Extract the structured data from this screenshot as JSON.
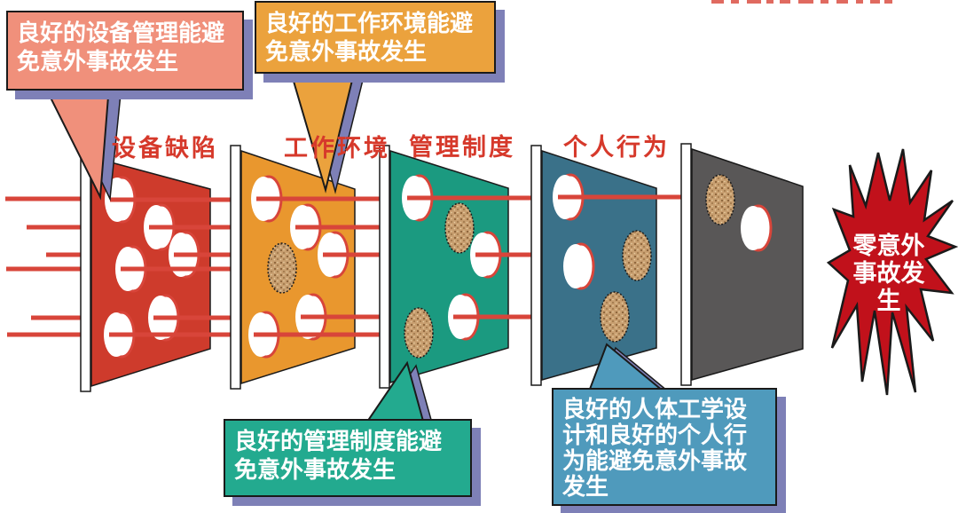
{
  "page": {
    "background": "#FFFFFF"
  },
  "panels": [
    {
      "label": "设备缺陷",
      "color": "#CE3B2C"
    },
    {
      "label": "工作环境",
      "color": "#E9972E"
    },
    {
      "label": "管理制度",
      "color": "#1B9A80"
    },
    {
      "label": "个人行为",
      "color": "#3A7189"
    },
    {
      "label": "",
      "color": "#595757"
    }
  ],
  "callouts": [
    {
      "text": "良好的设备管理能避免意外事故发生",
      "color": "#F0907B"
    },
    {
      "text": "良好的工作环境能避免意外事故发生",
      "color": "#EBA23D"
    },
    {
      "text": "良好的管理制度能避免意外事故发生",
      "color": "#23AA8F"
    },
    {
      "text": "良好的人体工学设计和良好的个人行为能避免意外事故发生",
      "color": "#4F9ABC"
    }
  ],
  "result_burst": {
    "text": "零意外事故发生",
    "color": "#C1111B",
    "text_color": "#FFFFFF"
  },
  "colors": {
    "line_red": "#D8453A",
    "label_red": "#D6392B",
    "hole_rim_red": "#D8453A",
    "plug_brown": "#C79E6F",
    "shadow_purple": "#7E80B7",
    "pointer_salmon": "#F0907B",
    "pointer_orange": "#EBA23D",
    "pointer_teal": "#23AA8F",
    "pointer_blue": "#4F9ABC",
    "panel_edge_white": "#FFFFFF",
    "outline_black": "#1A1A1A"
  }
}
